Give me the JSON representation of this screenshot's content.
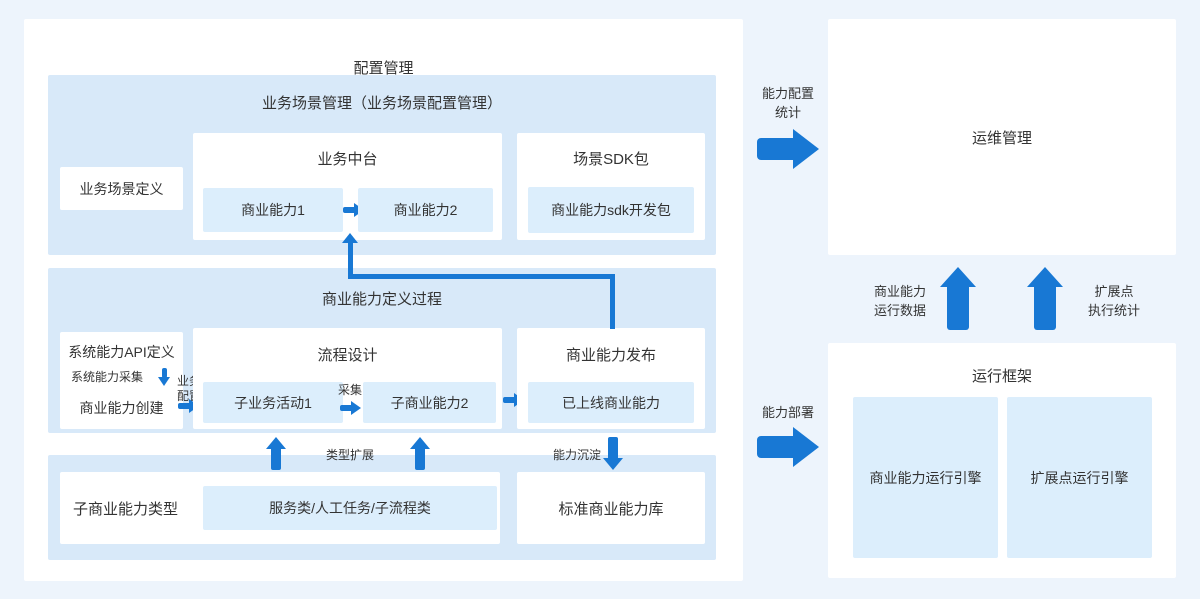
{
  "colors": {
    "background": "#edf4fc",
    "panel_blue": "#d8e9f9",
    "box_blue": "#dceefc",
    "arrow_blue": "#1878d4",
    "text": "#333333",
    "panel_white": "#ffffff"
  },
  "config_mgmt": {
    "title": "配置管理",
    "scenario_panel": {
      "title": "业务场景管理（业务场景配置管理）",
      "scenario_def": "业务场景定义",
      "mid_platform": {
        "title": "业务中台",
        "cap1": "商业能力1",
        "cap2": "商业能力2"
      },
      "sdk_panel": {
        "title": "场景SDK包",
        "sdk_box": "商业能力sdk开发包"
      }
    },
    "definition_panel": {
      "title": "商业能力定义过程",
      "api_def": "系统能力API定义",
      "collect_label": "系统能力采集",
      "cap_create": "商业能力创建",
      "biz_config_line1": "业务",
      "biz_config_line2": "配置",
      "process_design": {
        "title": "流程设计",
        "sub_activity": "子业务活动1",
        "collect": "采集",
        "sub_cap": "子商业能力2"
      },
      "publish_panel": {
        "title": "商业能力发布",
        "online_cap": "已上线商业能力"
      }
    },
    "type_extend_label": "类型扩展",
    "cap_settle_label": "能力沉淀",
    "type_panel": {
      "sub_cap_type": "子商业能力类型",
      "service_types": "服务类/人工任务/子流程类",
      "standard_lib": "标准商业能力库"
    }
  },
  "right_section": {
    "cap_config_stat_line1": "能力配置",
    "cap_config_stat_line2": "统计",
    "ops_panel_title": "运维管理",
    "biz_run_data_line1": "商业能力",
    "biz_run_data_line2": "运行数据",
    "ext_exec_stat_line1": "扩展点",
    "ext_exec_stat_line2": "执行统计",
    "cap_deploy_label": "能力部署",
    "runtime_panel": {
      "title": "运行框架",
      "engine1": "商业能力运行引擎",
      "engine2": "扩展点运行引擎"
    }
  }
}
